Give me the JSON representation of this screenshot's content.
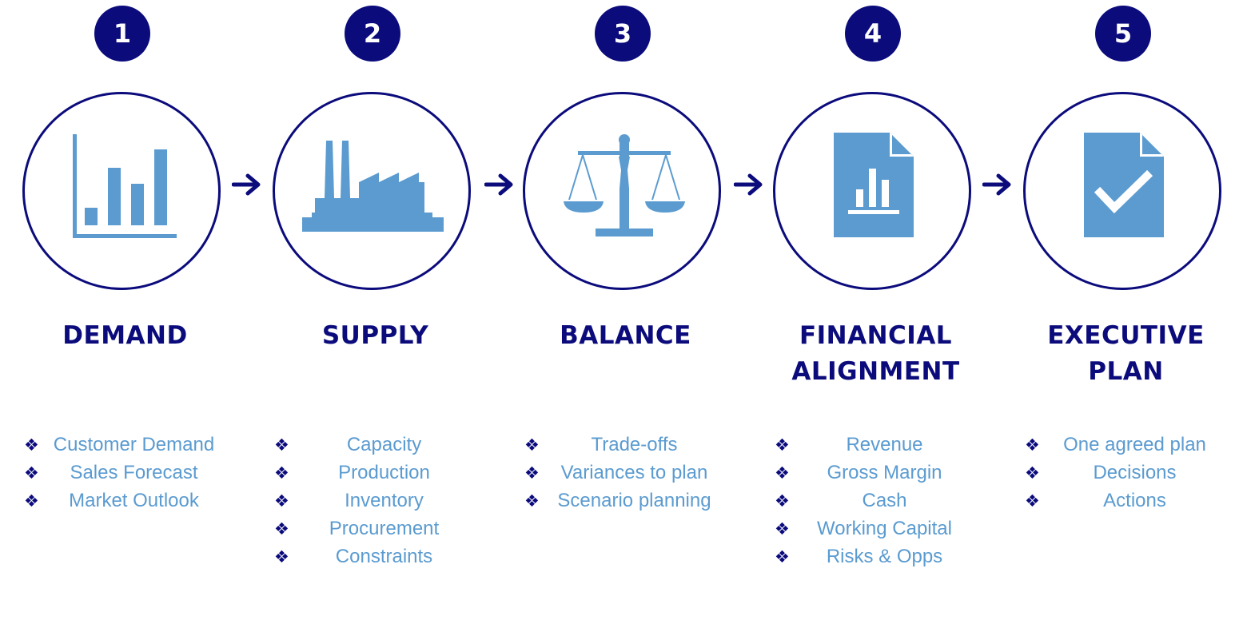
{
  "colors": {
    "navy": "#0b0b7c",
    "icon_blue": "#5b9bd0",
    "background": "#ffffff"
  },
  "steps": [
    {
      "number": "1",
      "icon": "bar-chart-icon",
      "title": [
        "DEMAND"
      ],
      "items": [
        "Customer Demand",
        "Sales Forecast",
        "Market Outlook"
      ]
    },
    {
      "number": "2",
      "icon": "factory-icon",
      "title": [
        "SUPPLY"
      ],
      "items": [
        "Capacity",
        "Production",
        "Inventory",
        "Procurement",
        "Constraints"
      ]
    },
    {
      "number": "3",
      "icon": "scales-icon",
      "title": [
        "BALANCE"
      ],
      "items": [
        "Trade-offs",
        "Variances to plan",
        "Scenario planning"
      ]
    },
    {
      "number": "4",
      "icon": "report-document-icon",
      "title": [
        "FINANCIAL",
        "ALIGNMENT"
      ],
      "items": [
        "Revenue",
        "Gross Margin",
        "Cash",
        "Working Capital",
        "Risks & Opps"
      ]
    },
    {
      "number": "5",
      "icon": "checked-document-icon",
      "title": [
        "EXECUTIVE",
        "PLAN"
      ],
      "items": [
        "One agreed plan",
        "Decisions",
        "Actions"
      ]
    }
  ],
  "bullet_symbol": "❖",
  "connector_icon": "arrow-right-icon"
}
